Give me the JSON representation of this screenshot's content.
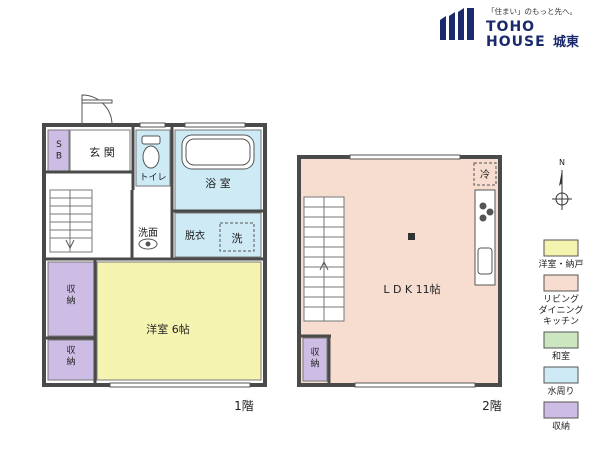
{
  "brand": {
    "tagline": "「住まい」のもっと先へ。",
    "name_line1": "TOHO",
    "name_line2": "HOUSE",
    "branch": "城東",
    "logo_color": "#1a2a6c"
  },
  "colors": {
    "western_room": "#f5f3b0",
    "living": "#f7ddd0",
    "japanese_room": "#cce7bf",
    "water": "#cdeaf5",
    "storage": "#cdbde5",
    "wall": "#4a4a4a"
  },
  "floor1": {
    "caption": "1階",
    "rooms": {
      "sb": "S\nB",
      "entrance": "玄 関",
      "toilet": "トイレ",
      "bath": "浴 室",
      "washroom": "洗面",
      "dressing": "脱衣",
      "laundry": "洗",
      "storage_top": "収\n納",
      "storage_bottom": "収\n納",
      "western": "洋室 6帖"
    }
  },
  "floor2": {
    "caption": "2階",
    "rooms": {
      "ldk": "L D K 11帖",
      "fridge": "冷",
      "storage": "収\n納"
    }
  },
  "compass": {
    "label": "N"
  },
  "legend": [
    {
      "key": "western_room",
      "label": "洋室・納戸"
    },
    {
      "key": "living",
      "label": "リビング\nダイニング\nキッチン"
    },
    {
      "key": "japanese_room",
      "label": "和室"
    },
    {
      "key": "water",
      "label": "水周り"
    },
    {
      "key": "storage",
      "label": "収納"
    }
  ]
}
